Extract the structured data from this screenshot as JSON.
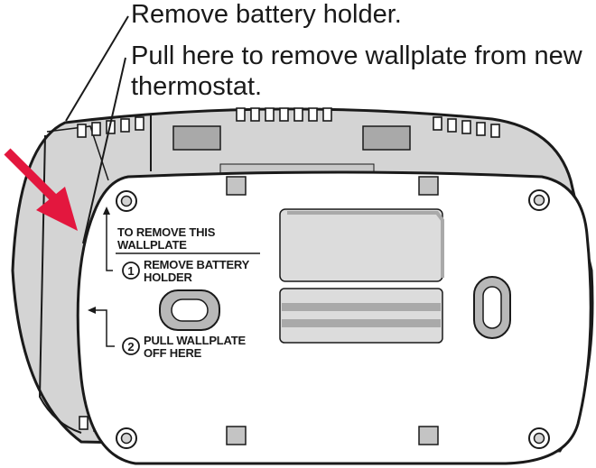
{
  "callouts": {
    "remove_battery_holder": "Remove battery holder.",
    "pull_here_line1": "Pull here to remove wallplate from new",
    "pull_here_line2": "thermostat."
  },
  "wallplate_label": {
    "heading_line1": "TO REMOVE THIS",
    "heading_line2": "WALLPLATE",
    "step1_number": "1",
    "step1_line1": "REMOVE BATTERY",
    "step1_line2": "HOLDER",
    "step2_number": "2",
    "step2_line1": "PULL WALLPLATE",
    "step2_line2": "OFF HERE"
  },
  "colors": {
    "arrow_red": "#e3173e",
    "body_gray": "#d4d4d4",
    "dark_gray": "#a9a9a9",
    "outline": "#1a1a1a",
    "plate_white": "#ffffff"
  }
}
